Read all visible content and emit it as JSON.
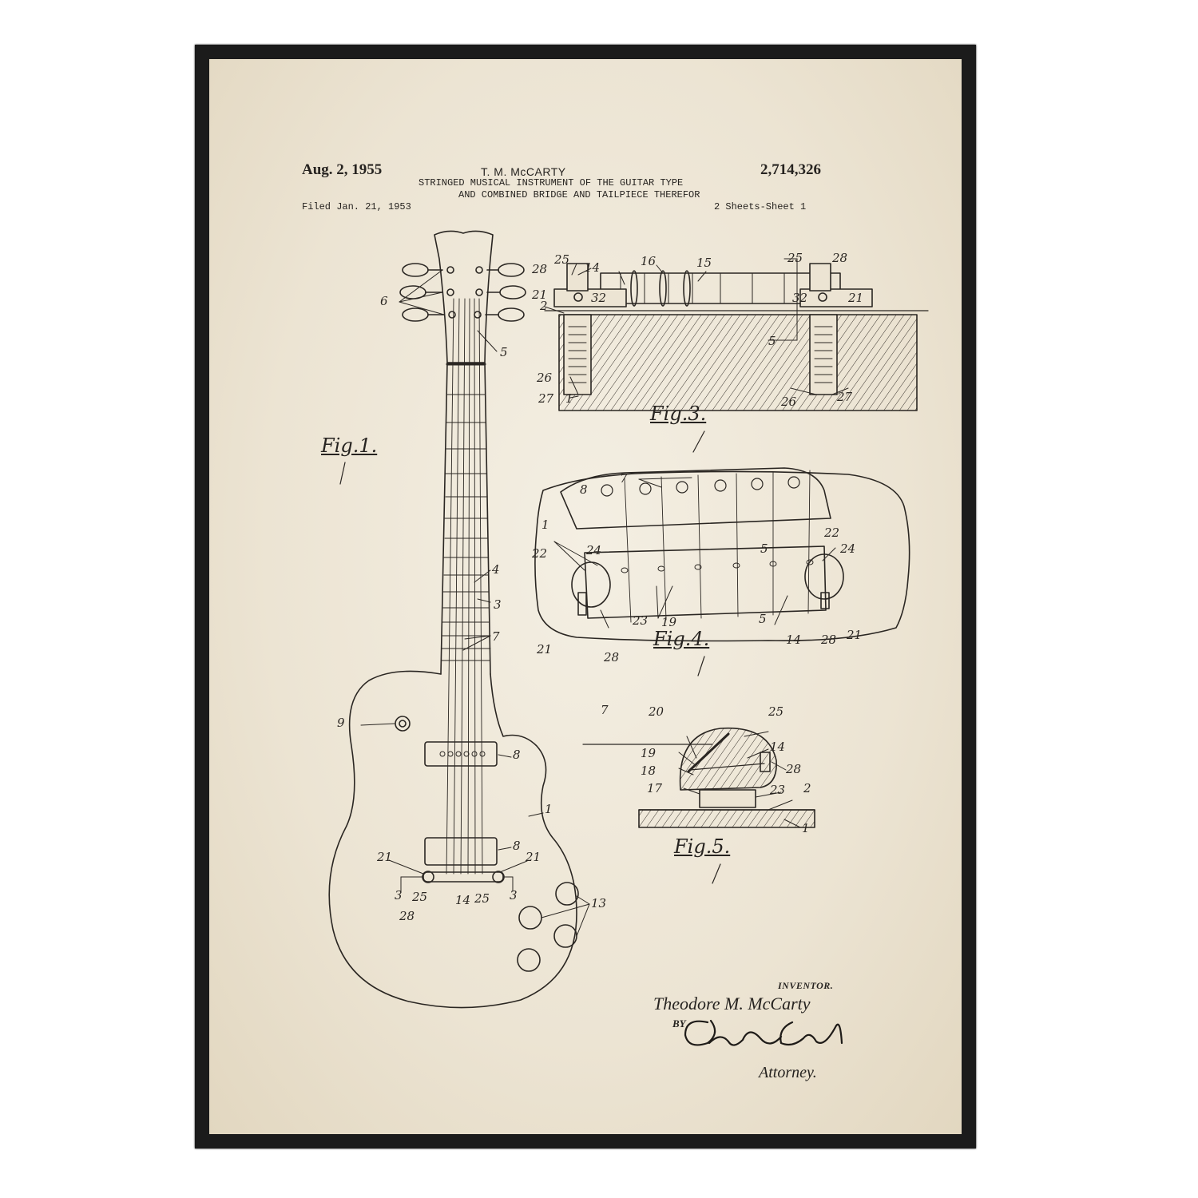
{
  "patent": {
    "date": "Aug. 2, 1955",
    "inventor_header": "T. M. McCARTY",
    "number": "2,714,326",
    "title_line1": "STRINGED MUSICAL INSTRUMENT OF THE GUITAR TYPE",
    "title_line2": "AND COMBINED BRIDGE AND TAILPIECE THEREFOR",
    "filed": "Filed Jan. 21, 1953",
    "sheets": "2 Sheets-Sheet 1"
  },
  "figures": {
    "fig1": "Fig.1.",
    "fig3": "Fig.3.",
    "fig4": "Fig.4.",
    "fig5": "Fig.5."
  },
  "signature": {
    "inventor_label": "INVENTOR.",
    "inventor_name": "Theodore M. McCarty",
    "by": "BY",
    "attorney_label": "Attorney."
  },
  "colors": {
    "frame": "#1b1b1b",
    "paper": "#ece4d3",
    "ink": "#262320"
  }
}
